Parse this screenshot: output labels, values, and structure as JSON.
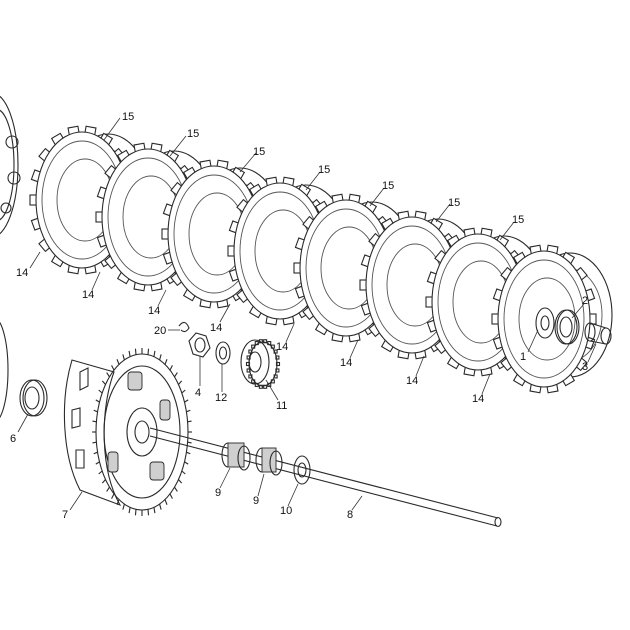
{
  "diagram": {
    "callouts": {
      "c1": "1",
      "c2": "2",
      "c3": "3",
      "c4": "4",
      "c6": "6",
      "c7": "7",
      "c8": "8",
      "c9a": "9",
      "c9b": "9",
      "c10": "10",
      "c11": "11",
      "c12": "12",
      "c14": "14",
      "c15": "15",
      "c20": "20"
    }
  }
}
